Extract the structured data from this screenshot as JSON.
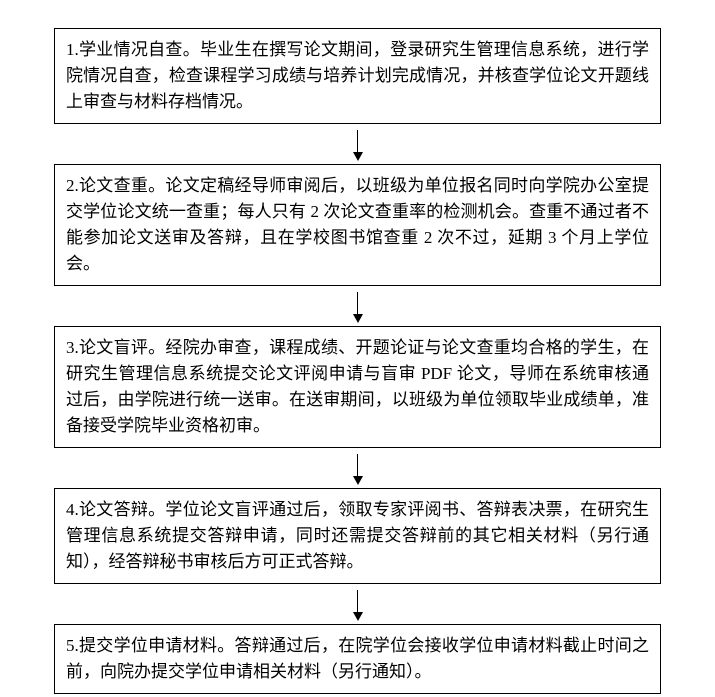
{
  "flowchart": {
    "title": "graduate-thesis-procedure-flowchart",
    "colors": {
      "border": "#000000",
      "background": "#ffffff",
      "text": "#000000"
    },
    "steps": [
      {
        "id": 1,
        "text": "1.学业情况自查。毕业生在撰写论文期间，登录研究生管理信息系统，进行学院情况自查，检查课程学习成绩与培养计划完成情况，并核查学位论文开题线上审查与材料存档情况。"
      },
      {
        "id": 2,
        "text": "2.论文查重。论文定稿经导师审阅后，以班级为单位报名同时向学院办公室提交学位论文统一查重；每人只有 2 次论文查重率的检测机会。查重不通过者不能参加论文送审及答辩，且在学校图书馆查重 2 次不过，延期 3 个月上学位会。"
      },
      {
        "id": 3,
        "text": "3.论文盲评。经院办审查，课程成绩、开题论证与论文查重均合格的学生，在研究生管理信息系统提交论文评阅申请与盲审 PDF 论文，导师在系统审核通过后，由学院进行统一送审。在送审期间，以班级为单位领取毕业成绩单，准备接受学院毕业资格初审。"
      },
      {
        "id": 4,
        "text": "4.论文答辩。学位论文盲评通过后，领取专家评阅书、答辩表决票，在研究生管理信息系统提交答辩申请，同时还需提交答辩前的其它相关材料（另行通知），经答辩秘书审核后方可正式答辩。"
      },
      {
        "id": 5,
        "text": "5.提交学位申请材料。答辩通过后，在院学位会接收学位申请材料截止时间之前，向院办提交学位申请相关材料（另行通知）。"
      }
    ]
  }
}
